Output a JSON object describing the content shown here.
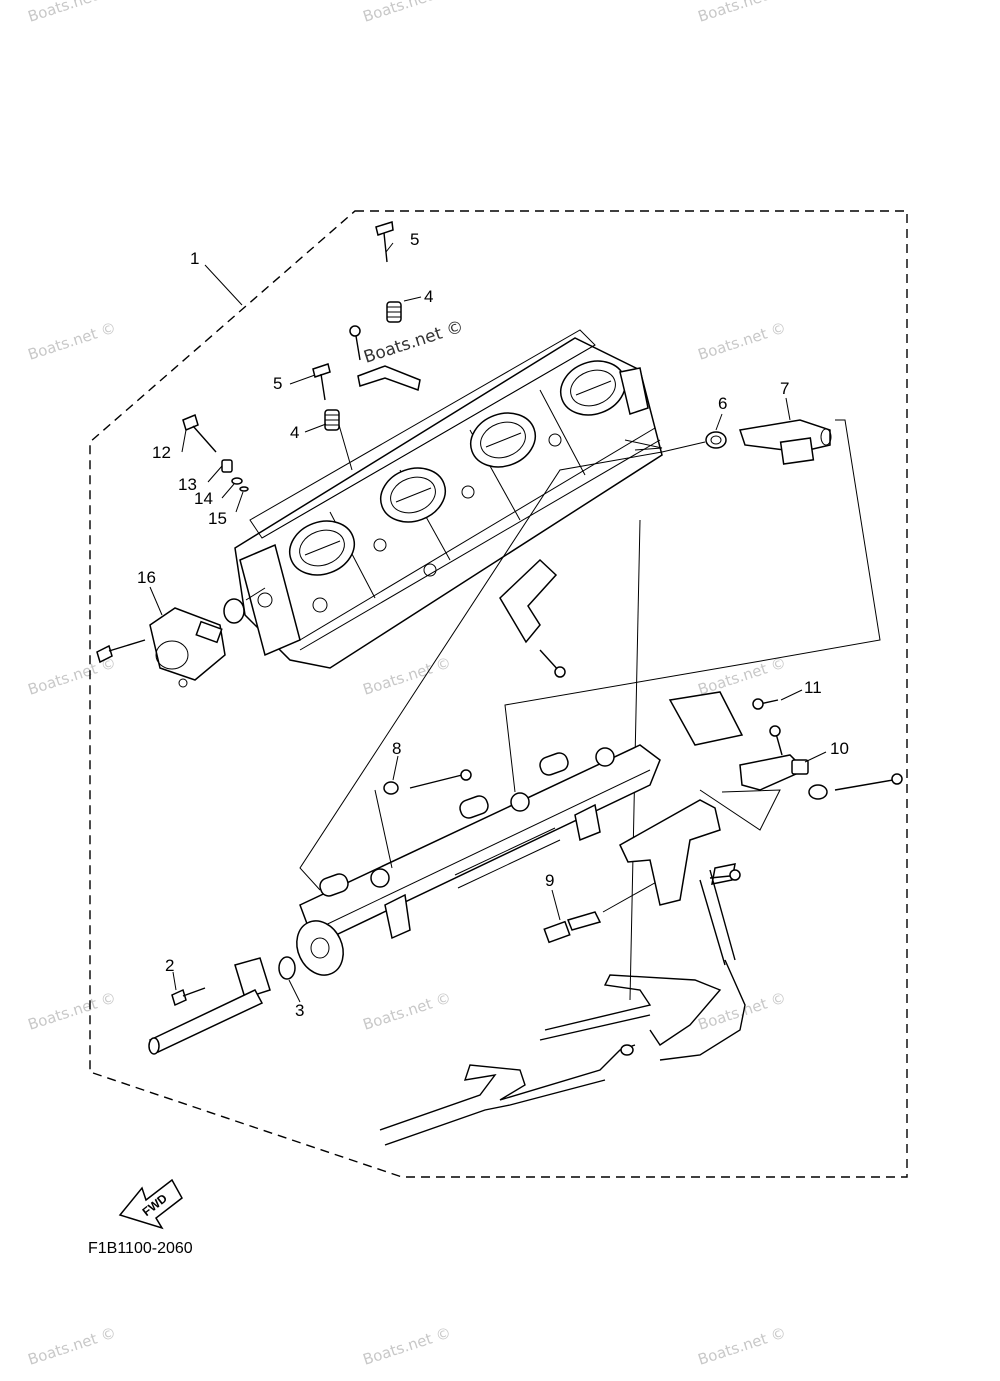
{
  "diagram": {
    "drawing_code": "F1B1100-2060",
    "direction_label": "FWD",
    "callouts": [
      {
        "id": "c1",
        "text": "1"
      },
      {
        "id": "c2",
        "text": "2"
      },
      {
        "id": "c3",
        "text": "3"
      },
      {
        "id": "c4a",
        "text": "4"
      },
      {
        "id": "c4b",
        "text": "4"
      },
      {
        "id": "c5a",
        "text": "5"
      },
      {
        "id": "c5b",
        "text": "5"
      },
      {
        "id": "c6",
        "text": "6"
      },
      {
        "id": "c7",
        "text": "7"
      },
      {
        "id": "c8",
        "text": "8"
      },
      {
        "id": "c9",
        "text": "9"
      },
      {
        "id": "c10",
        "text": "10"
      },
      {
        "id": "c11",
        "text": "11"
      },
      {
        "id": "c12",
        "text": "12"
      },
      {
        "id": "c13",
        "text": "13"
      },
      {
        "id": "c14",
        "text": "14"
      },
      {
        "id": "c15",
        "text": "15"
      },
      {
        "id": "c16",
        "text": "16"
      }
    ]
  },
  "watermark": {
    "text": "Boats.net ©"
  }
}
